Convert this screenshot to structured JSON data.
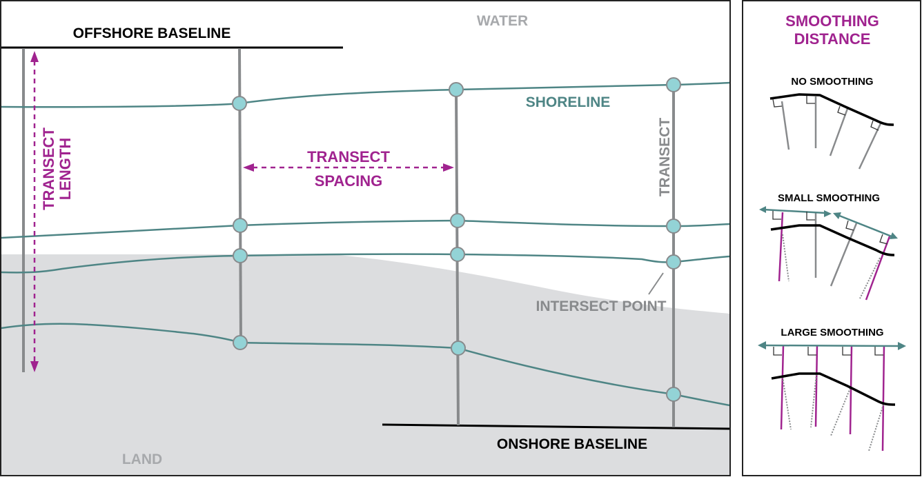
{
  "main_panel": {
    "labels": {
      "water": "WATER",
      "land": "LAND",
      "offshore_baseline": "OFFSHORE BASELINE",
      "onshore_baseline": "ONSHORE BASELINE",
      "shoreline": "SHORELINE",
      "transect": "TRANSECT",
      "transect_length_1": "TRANSECT",
      "transect_length_2": "LENGTH",
      "transect_spacing_1": "TRANSECT",
      "transect_spacing_2": "SPACING",
      "intersect_point": "INTERSECT POINT"
    }
  },
  "side_panel": {
    "title_1": "SMOOTHING",
    "title_2": "DISTANCE",
    "examples": [
      {
        "label": "NO SMOOTHING"
      },
      {
        "label": "SMALL SMOOTHING"
      },
      {
        "label": "LARGE SMOOTHING"
      }
    ]
  },
  "colors": {
    "shoreline": "#4e8585",
    "intersect_fill": "#93d3d6",
    "transect": "#888a8c",
    "measure": "#a0238f",
    "land": "#dcdddf",
    "label_gray": "#a7a9ac",
    "baseline": "#000000"
  }
}
